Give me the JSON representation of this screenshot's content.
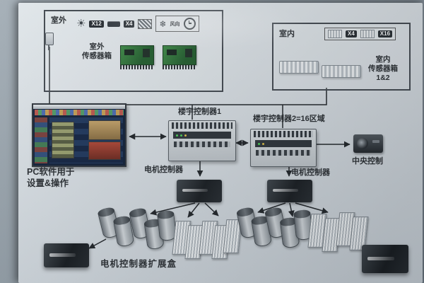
{
  "icons": {
    "sun": "☀",
    "snowflake": "❄"
  },
  "outdoor": {
    "title": "室外",
    "badge_sun": "X12",
    "badge_sensor": "X4",
    "wind_label": "风向",
    "sensor_label_1": "室外",
    "sensor_label_2": "传感器箱"
  },
  "indoor": {
    "title": "室内",
    "badge_1": "X4",
    "badge_2": "X16",
    "sensor_label_1": "室内",
    "sensor_label_2": "传感器箱",
    "sensor_label_3": "1&2"
  },
  "pc": {
    "label_1": "PC软件用于",
    "label_2": "设置&操作"
  },
  "network": {
    "controller1": "楼宇控制器1",
    "controller2": "楼宇控制器2=16区域",
    "central": "中央控制"
  },
  "motors": {
    "controller_left": "电机控制器",
    "controller_right": "电机控制器",
    "expansion": "电机控制器扩展盒"
  }
}
